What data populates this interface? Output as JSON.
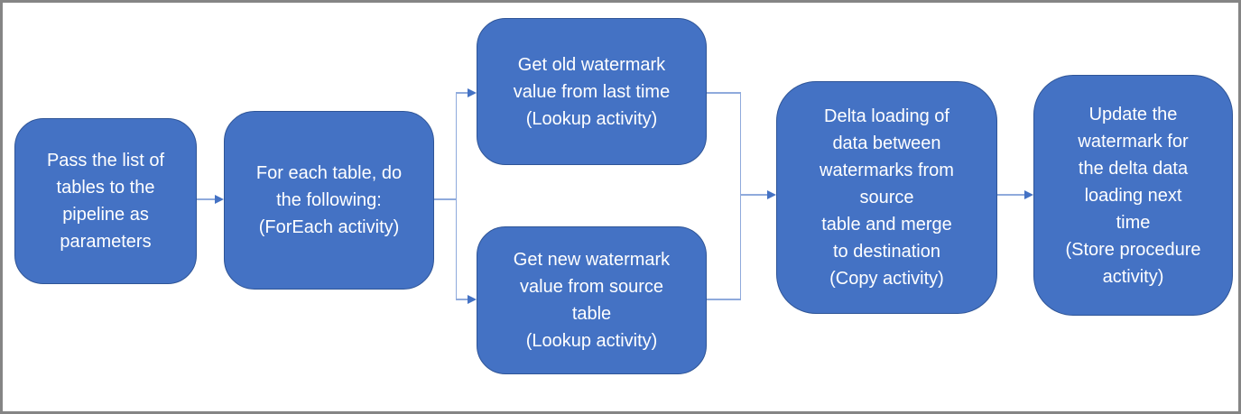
{
  "diagram": {
    "colors": {
      "box_fill": "#4472c4",
      "box_border": "#2f5597",
      "connector": "#8faadc",
      "arrow": "#4472c4",
      "text": "#ffffff",
      "frame_border": "#858585"
    },
    "nodes": [
      {
        "id": "pass-tables",
        "lines": [
          "Pass the list of",
          "tables to the",
          "pipeline as",
          "parameters"
        ]
      },
      {
        "id": "foreach",
        "lines": [
          "For each table, do",
          "the following:",
          "(ForEach activity)"
        ]
      },
      {
        "id": "old-watermark",
        "lines": [
          "Get old watermark",
          "value from last time",
          "(Lookup activity)"
        ]
      },
      {
        "id": "new-watermark",
        "lines": [
          "Get new watermark",
          "value from source",
          "table",
          "(Lookup activity)"
        ]
      },
      {
        "id": "delta-load",
        "lines": [
          "Delta loading of",
          "data between",
          "watermarks from",
          "source",
          "table and merge",
          "to destination",
          "(Copy activity)"
        ]
      },
      {
        "id": "update-watermark",
        "lines": [
          "Update the",
          "watermark for",
          "the delta data",
          "loading next",
          "time",
          "(Store procedure",
          "activity)"
        ]
      }
    ]
  }
}
